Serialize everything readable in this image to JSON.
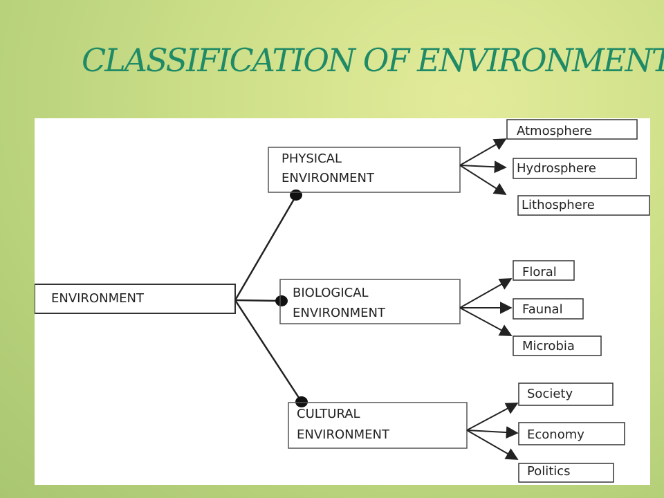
{
  "title": "CLASSIFICATION OF ENVIRONMENT",
  "root": {
    "label": "ENVIRONMENT"
  },
  "categories": [
    {
      "line1": "PHYSICAL",
      "line2": "ENVIRONMENT",
      "children": [
        "Atmosphere",
        "Hydrosphere",
        "Lithosphere"
      ]
    },
    {
      "line1": "BIOLOGICAL",
      "line2": "ENVIRONMENT",
      "children": [
        "Floral",
        "Faunal",
        "Microbia"
      ]
    },
    {
      "line1": "CULTURAL",
      "line2": "ENVIRONMENT",
      "children": [
        "Society",
        "Economy",
        "Politics"
      ]
    }
  ],
  "colors": {
    "title": "#1f8a66",
    "lines": "#222222",
    "background": "#cfe08a"
  }
}
